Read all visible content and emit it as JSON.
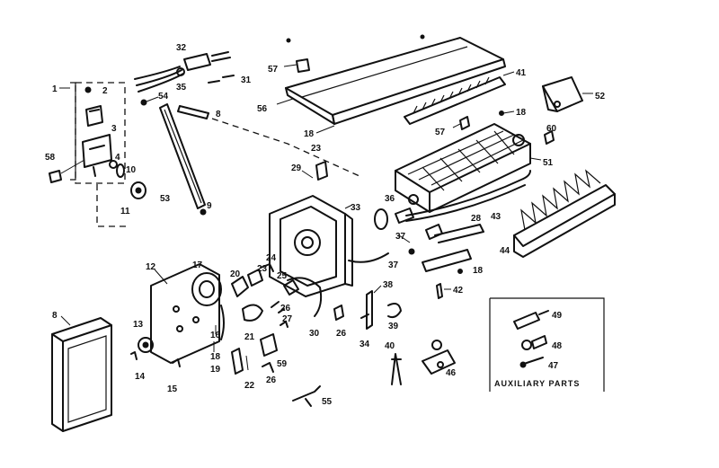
{
  "callouts": [
    {
      "id": "c1",
      "text": "1"
    },
    {
      "id": "c2",
      "text": "2"
    },
    {
      "id": "c3",
      "text": "3"
    },
    {
      "id": "c4",
      "text": "4"
    },
    {
      "id": "c58",
      "text": "58"
    },
    {
      "id": "c10",
      "text": "10"
    },
    {
      "id": "c11",
      "text": "11"
    },
    {
      "id": "c32",
      "text": "32"
    },
    {
      "id": "c35",
      "text": "35"
    },
    {
      "id": "c31",
      "text": "31"
    },
    {
      "id": "c54",
      "text": "54"
    },
    {
      "id": "c8top",
      "text": "8"
    },
    {
      "id": "c53",
      "text": "53"
    },
    {
      "id": "c9",
      "text": "9"
    },
    {
      "id": "c57a",
      "text": "57"
    },
    {
      "id": "c56",
      "text": "56"
    },
    {
      "id": "c18a",
      "text": "18"
    },
    {
      "id": "c41",
      "text": "41"
    },
    {
      "id": "c18b",
      "text": "18"
    },
    {
      "id": "c57b",
      "text": "57"
    },
    {
      "id": "c60",
      "text": "60"
    },
    {
      "id": "c52",
      "text": "52"
    },
    {
      "id": "c51",
      "text": "51"
    },
    {
      "id": "c23a",
      "text": "23"
    },
    {
      "id": "c29",
      "text": "29"
    },
    {
      "id": "c33",
      "text": "33"
    },
    {
      "id": "c36",
      "text": "36"
    },
    {
      "id": "c43",
      "text": "43"
    },
    {
      "id": "c28",
      "text": "28"
    },
    {
      "id": "c44",
      "text": "44"
    },
    {
      "id": "c37a",
      "text": "37"
    },
    {
      "id": "c37b",
      "text": "37"
    },
    {
      "id": "c18c",
      "text": "18"
    },
    {
      "id": "c42",
      "text": "42"
    },
    {
      "id": "c12",
      "text": "12"
    },
    {
      "id": "c17",
      "text": "17"
    },
    {
      "id": "c20",
      "text": "20"
    },
    {
      "id": "c23b",
      "text": "23"
    },
    {
      "id": "c24",
      "text": "24"
    },
    {
      "id": "c25",
      "text": "25"
    },
    {
      "id": "c26a",
      "text": "26"
    },
    {
      "id": "c27",
      "text": "27"
    },
    {
      "id": "c21",
      "text": "21"
    },
    {
      "id": "c30",
      "text": "30"
    },
    {
      "id": "c26b",
      "text": "26"
    },
    {
      "id": "c38",
      "text": "38"
    },
    {
      "id": "c34",
      "text": "34"
    },
    {
      "id": "c39",
      "text": "39"
    },
    {
      "id": "c40",
      "text": "40"
    },
    {
      "id": "c46",
      "text": "46"
    },
    {
      "id": "c8bot",
      "text": "8"
    },
    {
      "id": "c13",
      "text": "13"
    },
    {
      "id": "c14",
      "text": "14"
    },
    {
      "id": "c15",
      "text": "15"
    },
    {
      "id": "c16",
      "text": "16"
    },
    {
      "id": "c19",
      "text": "19"
    },
    {
      "id": "c18d",
      "text": "18"
    },
    {
      "id": "c22",
      "text": "22"
    },
    {
      "id": "c59",
      "text": "59"
    },
    {
      "id": "c26c",
      "text": "26"
    },
    {
      "id": "c55",
      "text": "55"
    },
    {
      "id": "c48",
      "text": "48"
    },
    {
      "id": "c49",
      "text": "49"
    },
    {
      "id": "c47",
      "text": "47"
    }
  ],
  "auxiliary_box": {
    "title": "AUXILIARY PARTS"
  }
}
